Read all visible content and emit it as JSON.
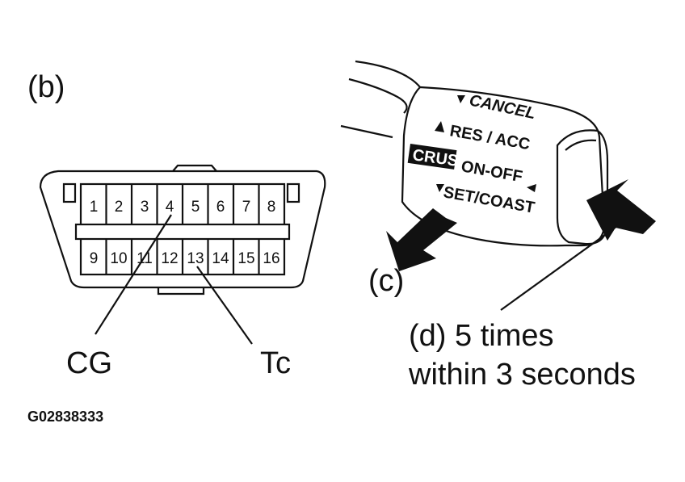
{
  "labels": {
    "b": "(b)",
    "c": "(c)",
    "d_line1": "(d) 5 times",
    "d_line2": "within 3 seconds",
    "cg": "CG",
    "tc": "Tc",
    "figure_code": "G02838333"
  },
  "connector": {
    "top_pins": [
      "1",
      "2",
      "3",
      "4",
      "5",
      "6",
      "7",
      "8"
    ],
    "bottom_pins": [
      "9",
      "10",
      "11",
      "12",
      "13",
      "14",
      "15",
      "16"
    ]
  },
  "lever": {
    "cancel": "CANCEL",
    "res_acc": "RES / ACC",
    "cruise": "CRUSE",
    "on_off": "ON-OFF",
    "set_coast": "SET/COAST"
  },
  "colors": {
    "ink": "#111111",
    "paper": "#ffffff"
  }
}
